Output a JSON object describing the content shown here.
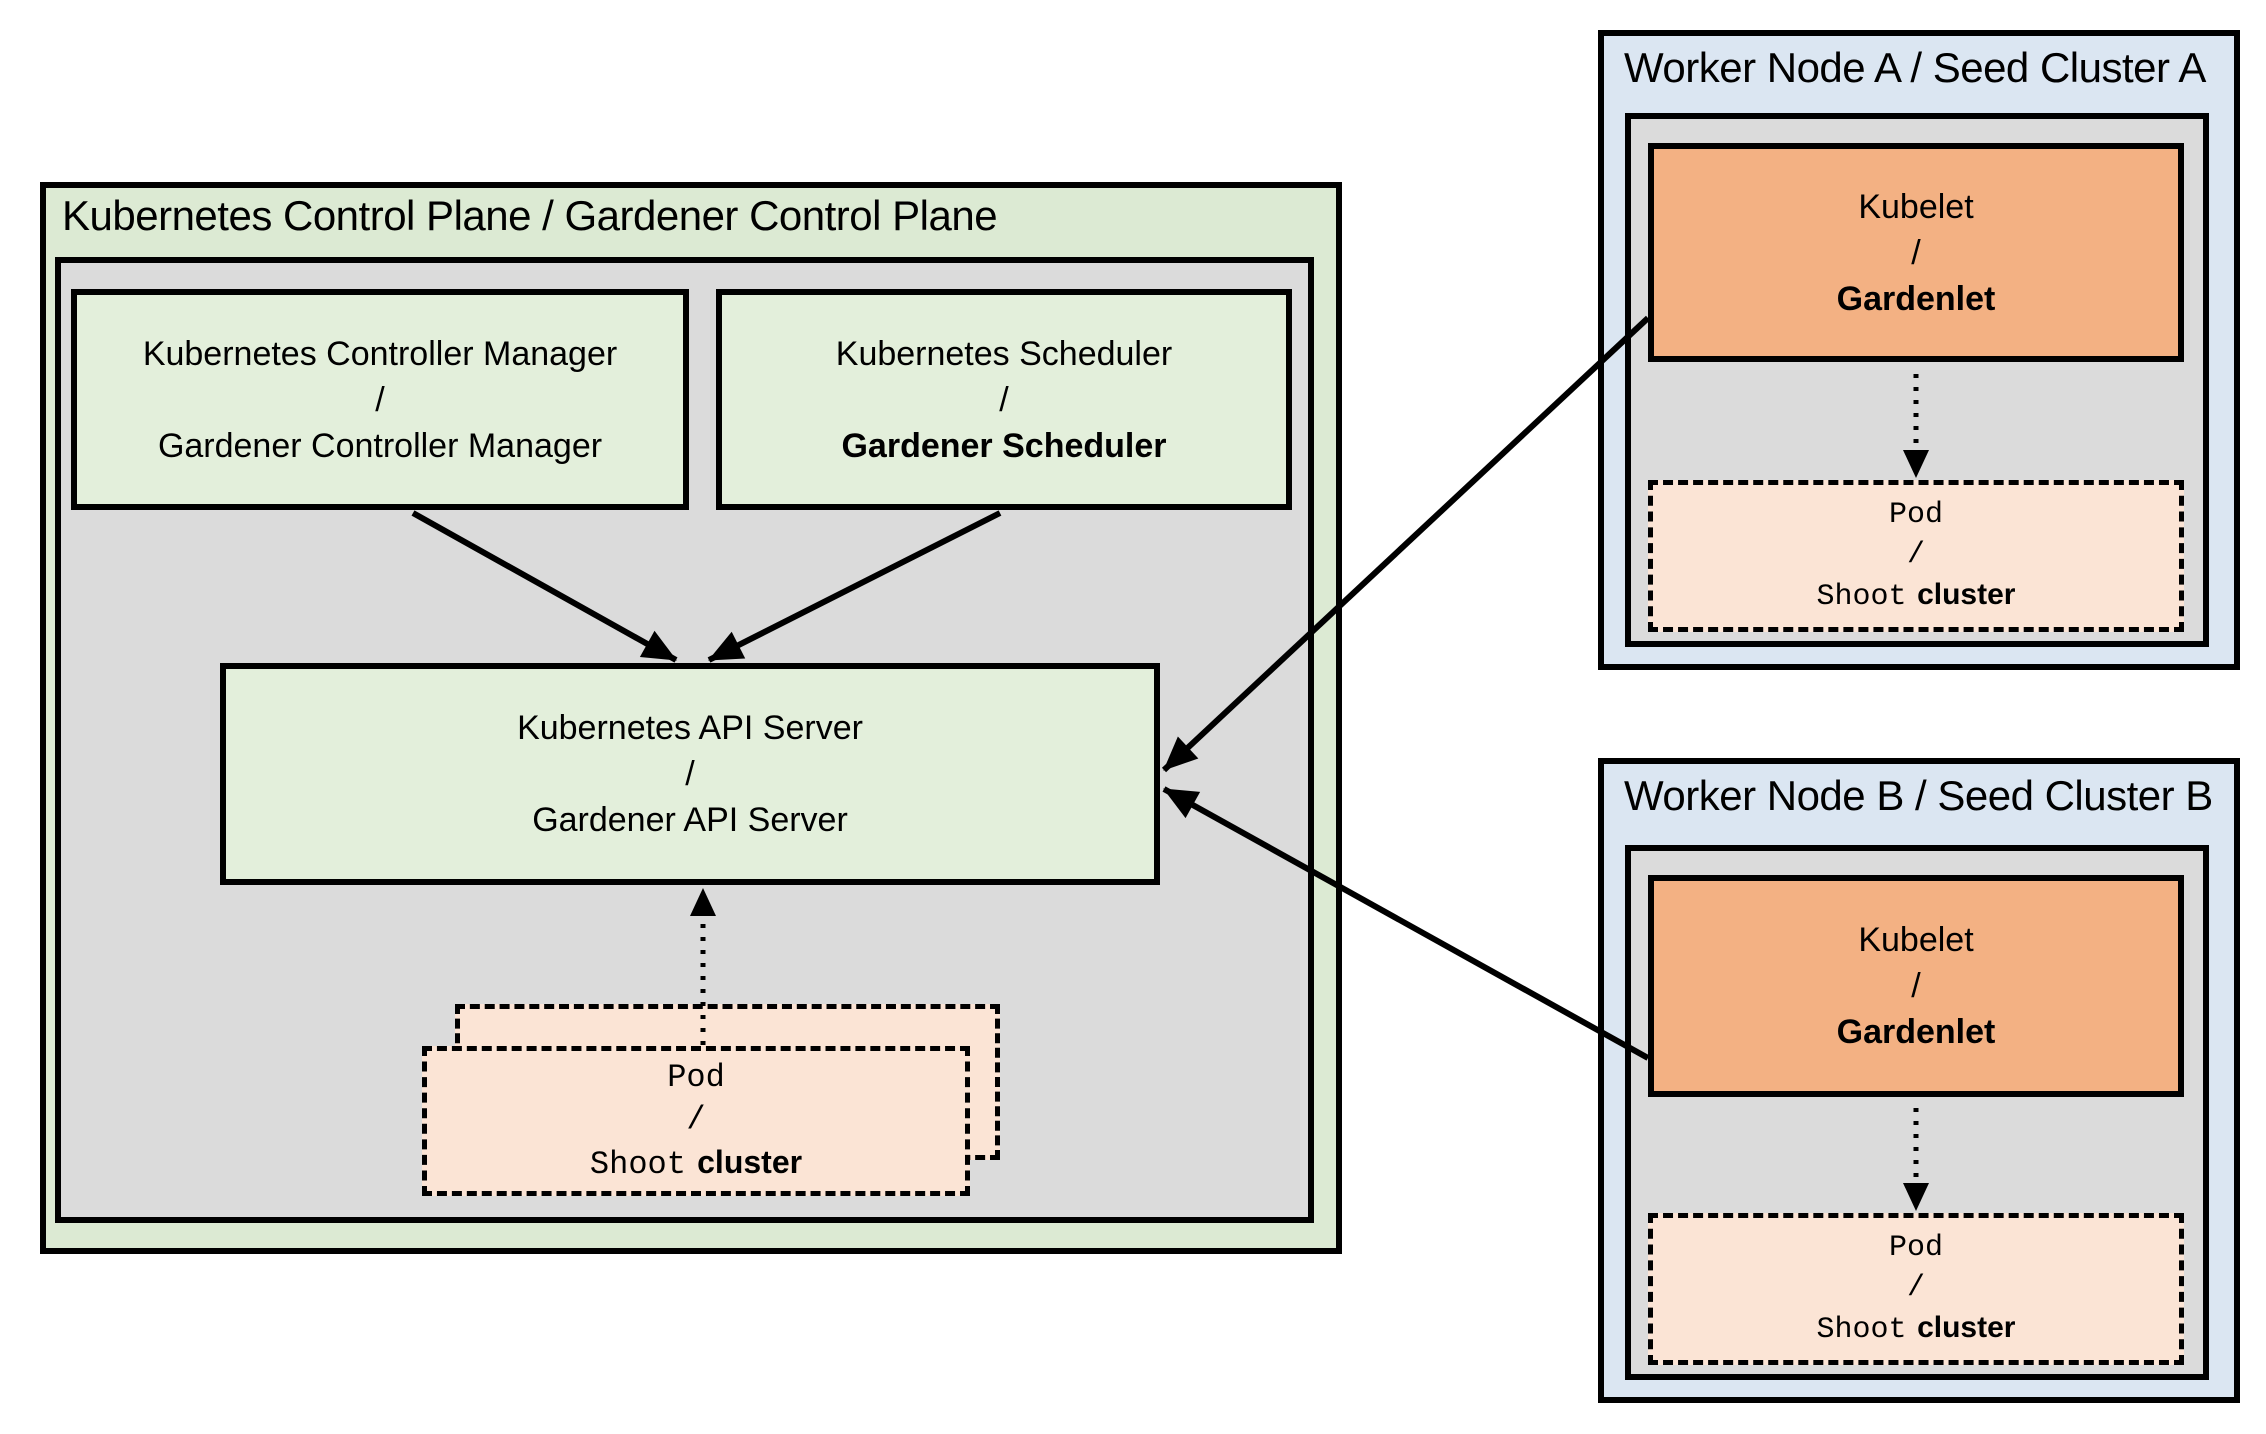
{
  "colors": {
    "green": "#dcead3",
    "green_light": "#e3efdb",
    "gray": "#dbdbdb",
    "blue": "#dbe6f2",
    "orange": "#f3b183",
    "peach": "#fbe4d5",
    "line": "#000000",
    "bg": "#ffffff"
  },
  "control_plane": {
    "title": "Kubernetes Control Plane / Gardener Control Plane",
    "controller_manager": {
      "line1": "Kubernetes Controller Manager",
      "sep": "/",
      "line2": "Gardener Controller Manager"
    },
    "scheduler": {
      "line1": "Kubernetes Scheduler",
      "sep": "/",
      "line2": "Gardener Scheduler"
    },
    "api_server": {
      "line1": "Kubernetes API Server",
      "sep": "/",
      "line2": "Gardener API Server"
    },
    "pod": {
      "line1": "Pod",
      "sep": "/",
      "line2_mono": "Shoot",
      "line2_plain": "cluster"
    }
  },
  "worker_nodes": [
    {
      "id": "A",
      "title": "Worker Node A / Seed Cluster A",
      "kubelet": {
        "line1": "Kubelet",
        "sep": "/",
        "line2": "Gardenlet"
      },
      "pod": {
        "line1": "Pod",
        "sep": "/",
        "line2_mono": "Shoot",
        "line2_plain": "cluster"
      }
    },
    {
      "id": "B",
      "title": "Worker Node B / Seed Cluster B",
      "kubelet": {
        "line1": "Kubelet",
        "sep": "/",
        "line2": "Gardenlet"
      },
      "pod": {
        "line1": "Pod",
        "sep": "/",
        "line2_mono": "Shoot",
        "line2_plain": "cluster"
      }
    }
  ]
}
